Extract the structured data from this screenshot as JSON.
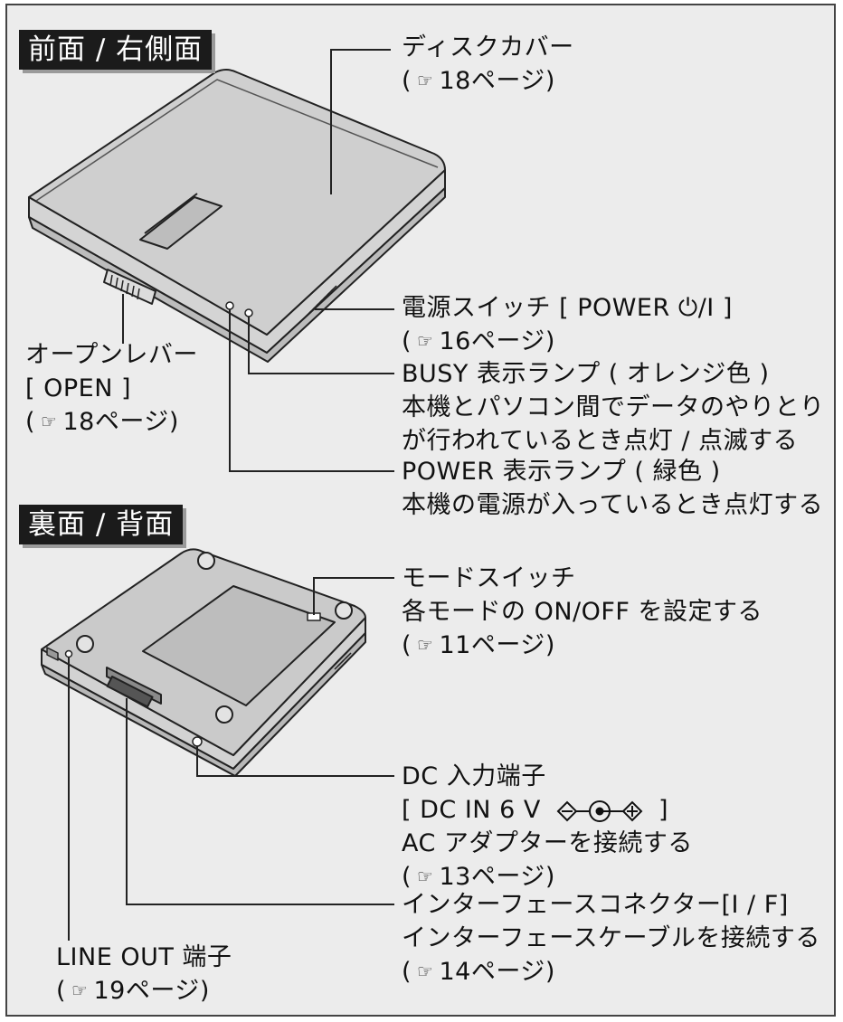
{
  "sections": {
    "front": "前面 / 右側面",
    "back": "裏面 / 背面"
  },
  "callouts": {
    "disc_cover": {
      "name": "ディスクカバー",
      "ref": "18ページ"
    },
    "power_switch": {
      "name": "電源スイッチ [ POWER ",
      "symbol": "⏻/I",
      "close": " ]",
      "ref": "16ページ"
    },
    "open_lever": {
      "name": "オープンレバー",
      "label": "[ OPEN ]",
      "ref": "18ページ"
    },
    "busy_lamp": {
      "name": "BUSY 表示ランプ ( オレンジ色 )",
      "desc1": "本機とパソコン間でデータのやりとり",
      "desc2": "が行われているとき点灯 / 点滅する"
    },
    "power_lamp": {
      "name": "POWER 表示ランプ ( 緑色 )",
      "desc": "本機の電源が入っているとき点灯する"
    },
    "mode_switch": {
      "name": "モードスイッチ",
      "desc": "各モードの ON/OFF を設定する",
      "ref": "11ページ"
    },
    "dc_in": {
      "name": "DC 入力端子",
      "label_start": "[ DC IN 6 V",
      "label_end": "]",
      "desc": "AC アダプターを接続する",
      "ref": "13ページ"
    },
    "interface": {
      "name": "インターフェースコネクター[I / F]",
      "desc": "インターフェースケーブルを接続する",
      "ref": "14ページ"
    },
    "line_out": {
      "name": "LINE OUT 端子",
      "ref": "19ページ"
    }
  },
  "icons": {
    "pointing": "☞",
    "polarity": "dc-polarity-icon"
  }
}
